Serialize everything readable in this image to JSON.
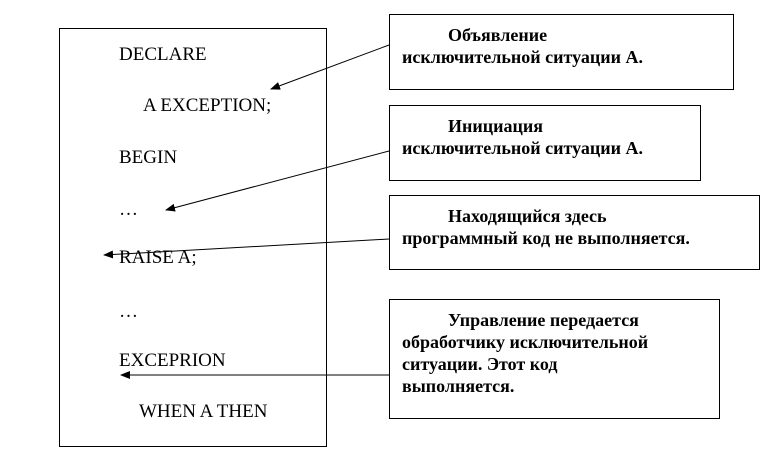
{
  "code": {
    "lines": [
      "DECLARE",
      "A EXCEPTION;",
      "BEGIN",
      "…",
      "RAISE A;",
      "…",
      "EXCEPRION",
      "WHEN A THEN"
    ]
  },
  "notes": [
    {
      "lines": [
        "Объявление",
        "исключительной ситуации А."
      ]
    },
    {
      "lines": [
        "Инициация",
        "исключительной ситуации А."
      ]
    },
    {
      "lines": [
        "Находящийся здесь",
        "программный код не выполняется."
      ]
    },
    {
      "lines": [
        "Управление передается",
        "обработчику исключительной",
        "ситуации. Этот код",
        "выполняется."
      ]
    }
  ]
}
